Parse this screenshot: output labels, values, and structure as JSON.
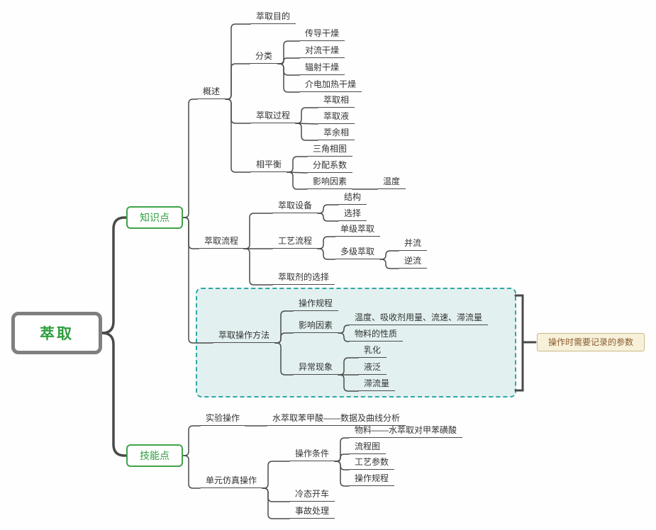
{
  "root": {
    "label": "萃取"
  },
  "topics": {
    "knowledge": "知识点",
    "skill": "技能点"
  },
  "knowledge": {
    "overview": {
      "label": "概述",
      "purpose": "萃取目的",
      "classification": {
        "label": "分类",
        "children": [
          "传导干燥",
          "对流干燥",
          "辐射干燥",
          "介电加热干燥"
        ]
      },
      "process": {
        "label": "萃取过程",
        "children": [
          "萃取相",
          "萃取液",
          "萃余相"
        ]
      },
      "phase": {
        "label": "相平衡",
        "children": [
          "三角相图",
          "分配系数",
          "影响因素"
        ],
        "temperature": "温度"
      }
    },
    "flow": {
      "label": "萃取流程",
      "equipment": {
        "label": "萃取设备",
        "children": [
          "结构",
          "选择"
        ]
      },
      "process_flow": {
        "label": "工艺流程",
        "single": "单级萃取",
        "multi": {
          "label": "多级萃取",
          "children": [
            "并流",
            "逆流"
          ]
        }
      },
      "solvent": "萃取剂的选择"
    },
    "operation": {
      "label": "萃取操作方法",
      "procedure": "操作规程",
      "factors": {
        "label": "影响因素",
        "children": [
          "温度、吸收剂用量、流速、滞流量",
          "物料的性质"
        ]
      },
      "abnormal": {
        "label": "异常现象",
        "children": [
          "乳化",
          "液泛",
          "滞流量"
        ]
      }
    }
  },
  "skill": {
    "experiment": {
      "label": "实验操作",
      "detail": "水萃取苯甲酸——数据及曲线分析"
    },
    "simulation": {
      "label": "单元仿真操作",
      "conditions": {
        "label": "操作条件",
        "children": [
          "物料——水萃取对甲苯磺酸",
          "流程图",
          "工艺参数",
          "操作规程"
        ]
      },
      "cold_start": "冷态开车",
      "accident": "事故处理"
    }
  },
  "callout": {
    "label": "操作时需要记录的参数"
  },
  "colors": {
    "topic_green": "#2e9e3e",
    "line": "#4a4a4a",
    "group_border": "#2fa8a2",
    "group_fill": "#ddeaea",
    "callout_bg": "#f7f1da",
    "callout_border": "#c9b888",
    "callout_text": "#8b5a2b"
  }
}
